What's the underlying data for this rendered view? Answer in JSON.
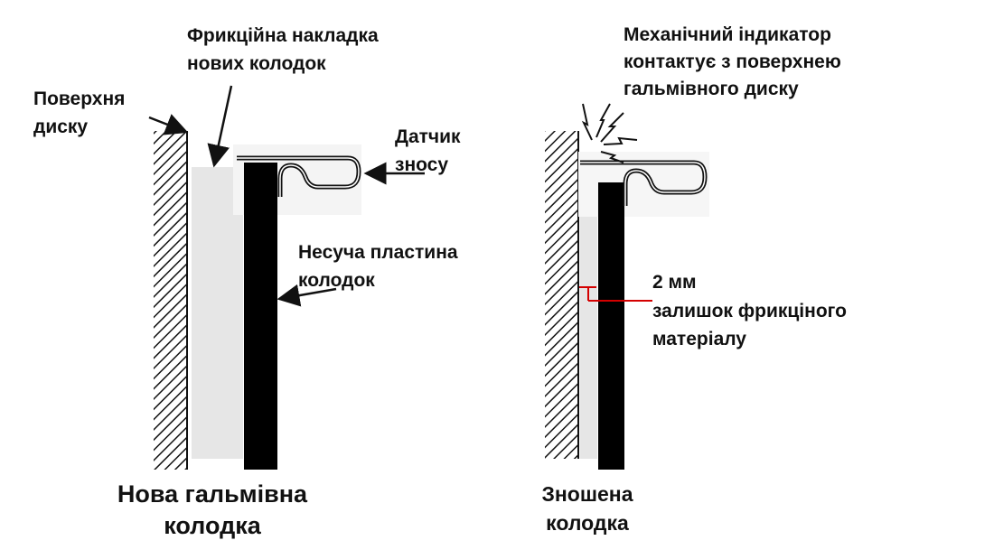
{
  "left": {
    "friction_label": [
      "Фрикційна накладка",
      "нових колодок"
    ],
    "disc_label": [
      "Поверхня",
      "диску"
    ],
    "sensor_label": [
      "Датчик",
      "зносу"
    ],
    "plate_label": [
      "Несуча пластина",
      "колодок"
    ],
    "caption": [
      "Нова гальмівна",
      "колодка"
    ]
  },
  "right": {
    "indicator_label": [
      "Механічний індикатор",
      "контактує з поверхнею",
      "гальмівного диску"
    ],
    "thickness_value": "2 мм",
    "thickness_label": [
      "залишок фрикціного",
      "матеріалу"
    ],
    "caption": [
      "Зношена",
      "колодка"
    ]
  },
  "colors": {
    "plate": "#000000",
    "friction": "#e6e6e6",
    "measure": "#d40000"
  }
}
